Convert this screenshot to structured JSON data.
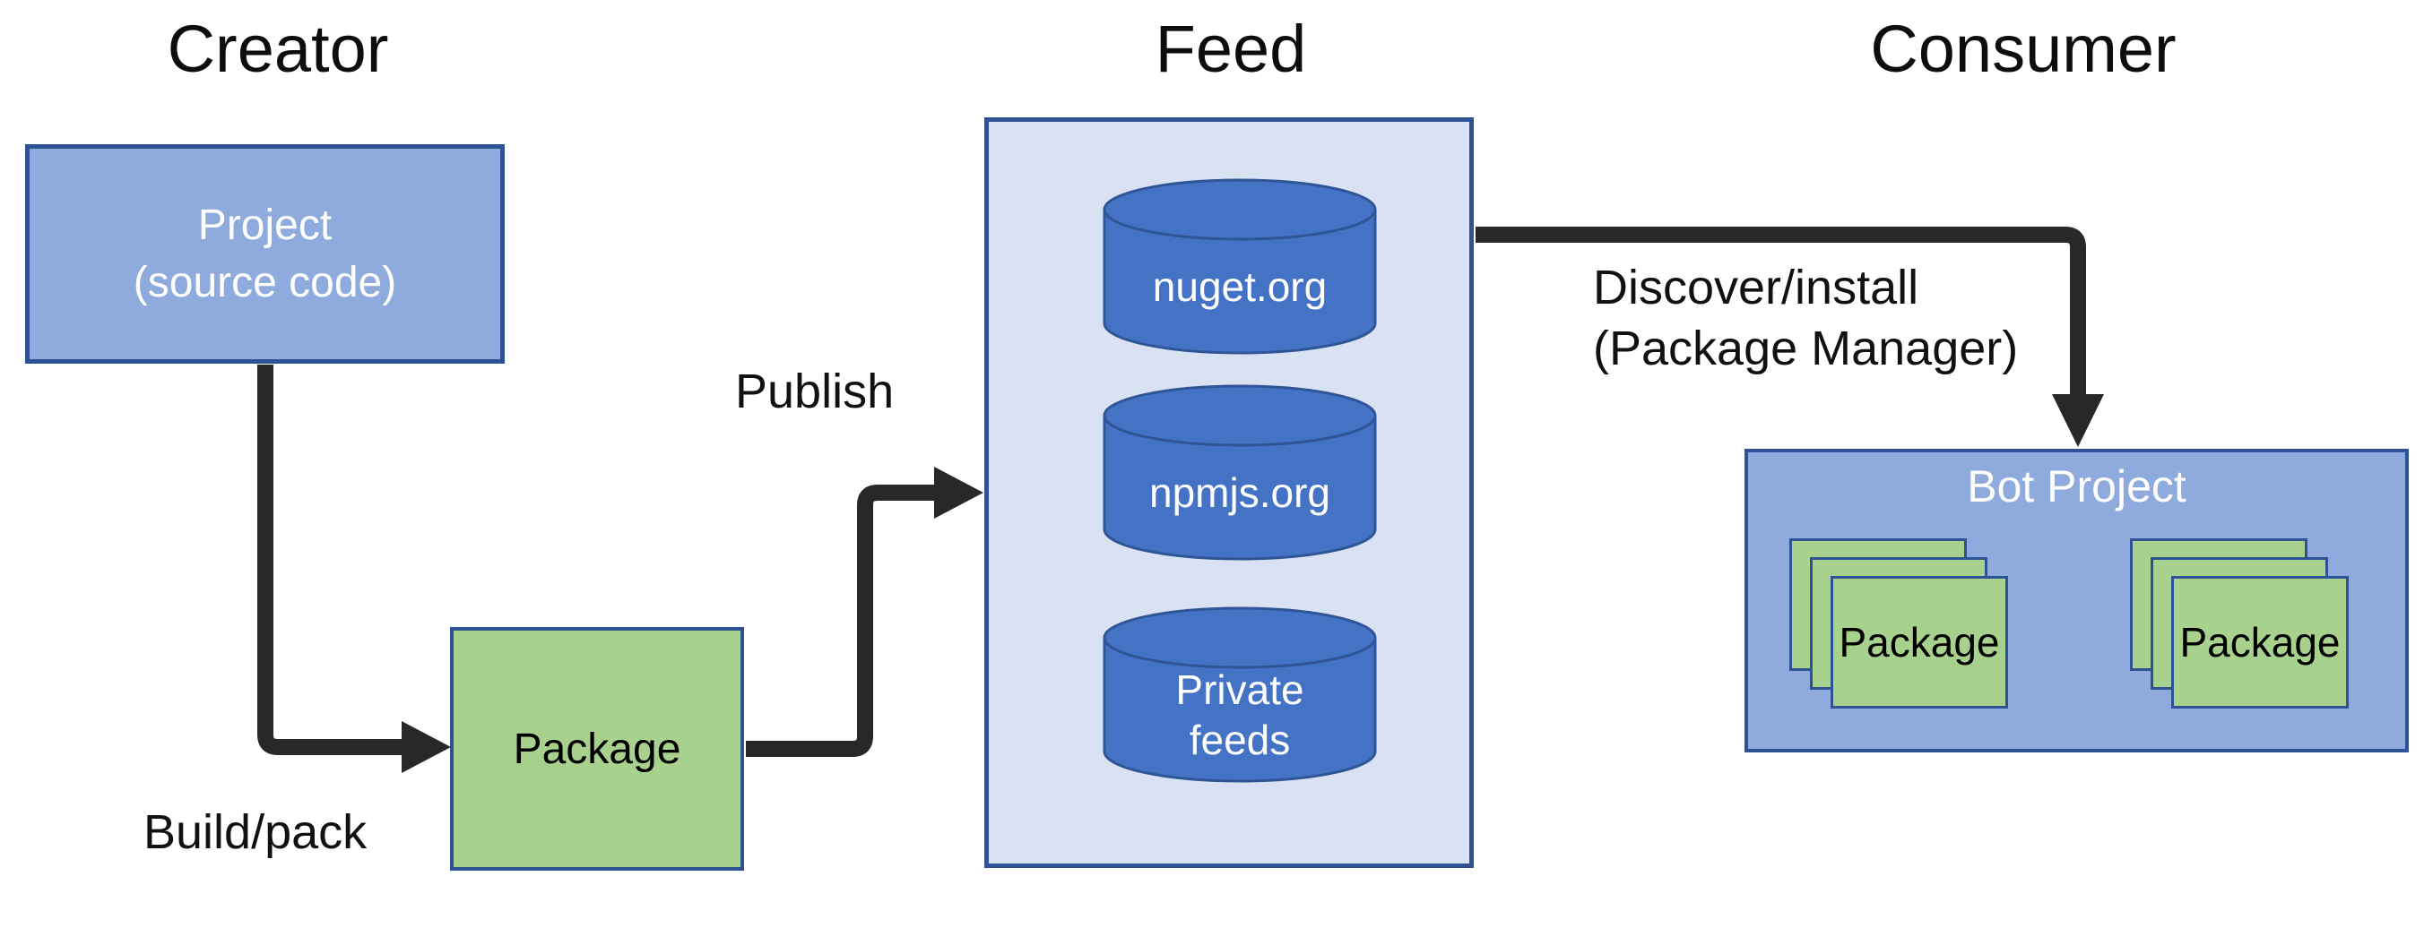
{
  "colors": {
    "box_blue_fill": "#8FAADC",
    "box_border": "#2E5395",
    "feed_fill": "#D9E2F3",
    "cylinder_fill": "#4472C4",
    "green_fill": "#A9D18E",
    "arrow": "#282828",
    "text_dark": "#111111",
    "text_light": "#FFFFFF"
  },
  "creator": {
    "title": "Creator",
    "project_box": {
      "line1": "Project",
      "line2": "(source code)"
    },
    "build_pack_label": "Build/pack",
    "package_box": {
      "label": "Package"
    }
  },
  "feed": {
    "title": "Feed",
    "publish_label": "Publish",
    "cylinders": [
      {
        "line1": "nuget.org",
        "line2": ""
      },
      {
        "line1": "npmjs.org",
        "line2": ""
      },
      {
        "line1": "Private",
        "line2": "feeds"
      }
    ]
  },
  "consumer": {
    "title": "Consumer",
    "discover_label": {
      "line1": "Discover/install",
      "line2": "(Package Manager)"
    },
    "bot_project": {
      "title": "Bot Project",
      "stacks": [
        {
          "label": "Package"
        },
        {
          "label": "Package"
        }
      ]
    }
  }
}
